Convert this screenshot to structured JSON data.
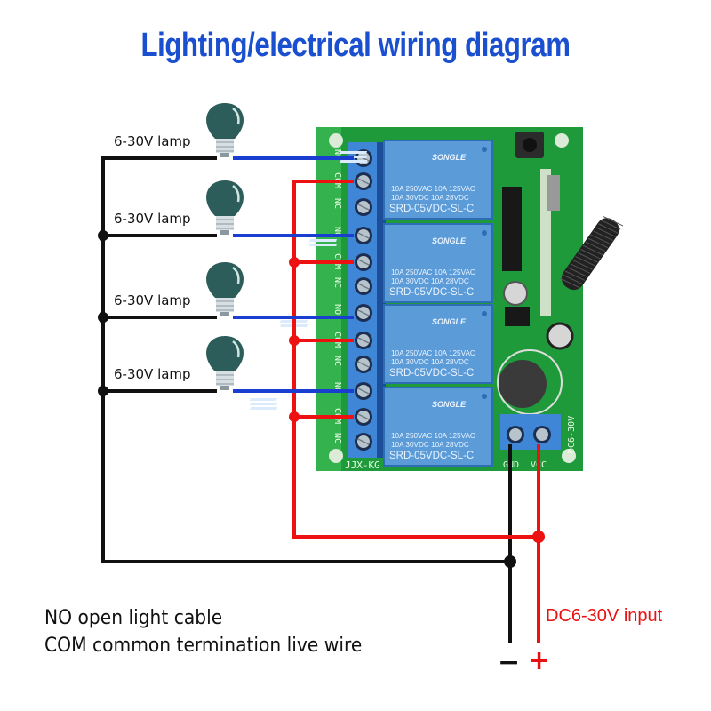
{
  "title": "Lighting/electrical wiring diagram",
  "lamps": [
    {
      "label": "6-30V lamp",
      "relay": 1,
      "terminal": "NO"
    },
    {
      "label": "6-30V lamp",
      "relay": 2,
      "terminal": "NO"
    },
    {
      "label": "6-30V lamp",
      "relay": 3,
      "terminal": "NO"
    },
    {
      "label": "6-30V lamp",
      "relay": 4,
      "terminal": "NO"
    }
  ],
  "board": {
    "model_label": "JJX-KG",
    "terminal_labels": [
      "NO",
      "COM",
      "NC",
      "NO",
      "COM",
      "NC",
      "NO",
      "COM",
      "NC",
      "NO",
      "COM",
      "NC"
    ],
    "relays": [
      {
        "brand": "SONGLE",
        "rating1": "10A 250VAC  10A 125VAC",
        "rating2": "10A 30VDC  10A 28VDC",
        "model": "SRD-05VDC-SL-C"
      },
      {
        "brand": "SONGLE",
        "rating1": "10A 250VAC  10A 125VAC",
        "rating2": "10A 30VDC  10A 28VDC",
        "model": "SRD-05VDC-SL-C"
      },
      {
        "brand": "SONGLE",
        "rating1": "10A 250VAC  10A 125VAC",
        "rating2": "10A 30VDC  10A 28VDC",
        "model": "SRD-05VDC-SL-C"
      },
      {
        "brand": "SONGLE",
        "rating1": "10A 250VAC  10A 125VAC",
        "rating2": "10A 30VDC  10A 28VDC",
        "model": "SRD-05VDC-SL-C"
      }
    ],
    "power_terminal_labels": [
      "GND",
      "VCC"
    ],
    "voltage_label": "DC6-30V"
  },
  "colors": {
    "title": "#1a4fd0",
    "no_wire": "#1a3fd0",
    "com_wire": "#ee1111",
    "ground_wire": "#111111",
    "pcb": "#1f9a3a",
    "relay": "#5b9bd8",
    "terminal_block": "#3f86d6"
  },
  "legend": {
    "line1": "NO open light cable",
    "line2": "COM common termination live wire"
  },
  "power_input": {
    "label": "DC6-30V input",
    "minus": "−",
    "plus": "+"
  }
}
